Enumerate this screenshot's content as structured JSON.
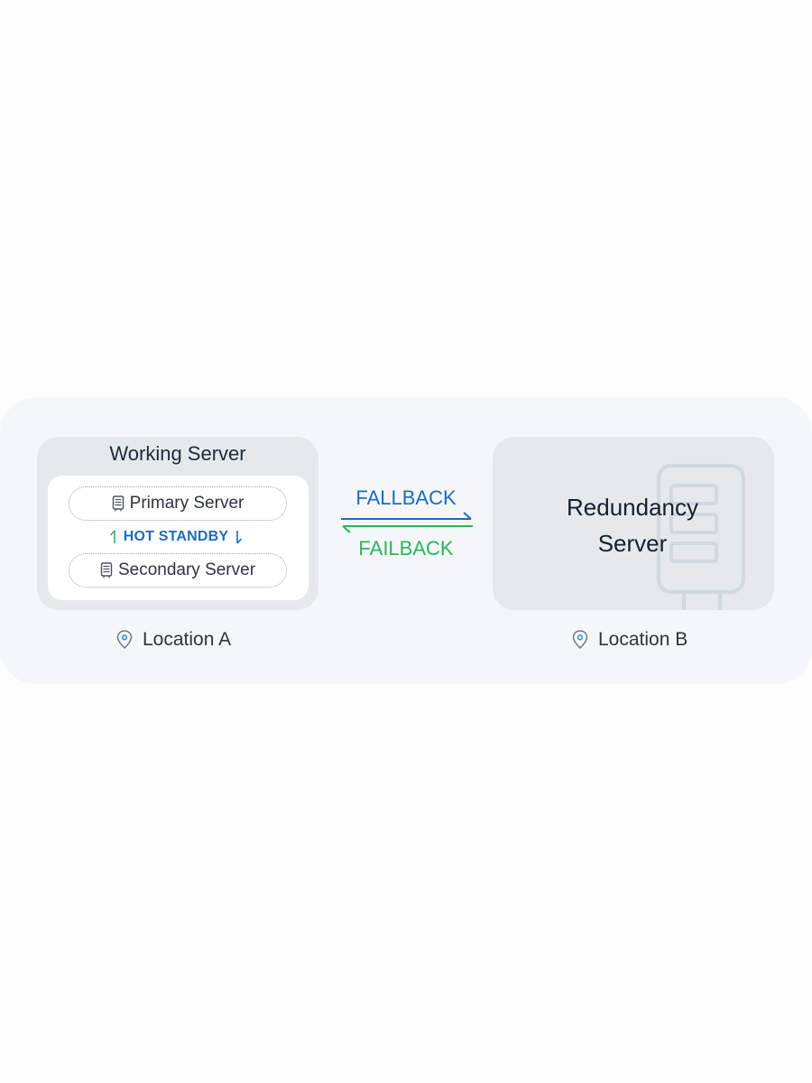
{
  "working": {
    "title": "Working Server",
    "primary": "Primary Server",
    "secondary": "Secondary Server",
    "standby": "HOT STANDBY",
    "location": "Location A"
  },
  "arrows": {
    "fallback": "FALLBACK",
    "failback": "FAILBACK"
  },
  "redundancy": {
    "title_line1": "Redundancy",
    "title_line2": "Server",
    "location": "Location B"
  },
  "colors": {
    "fallback": "#1e6bbd",
    "failback": "#2cb45c",
    "box": "#e6e9ec",
    "panel": "#f4f6f8"
  },
  "icons": {
    "server": "server-icon",
    "pin": "location-pin-icon"
  }
}
